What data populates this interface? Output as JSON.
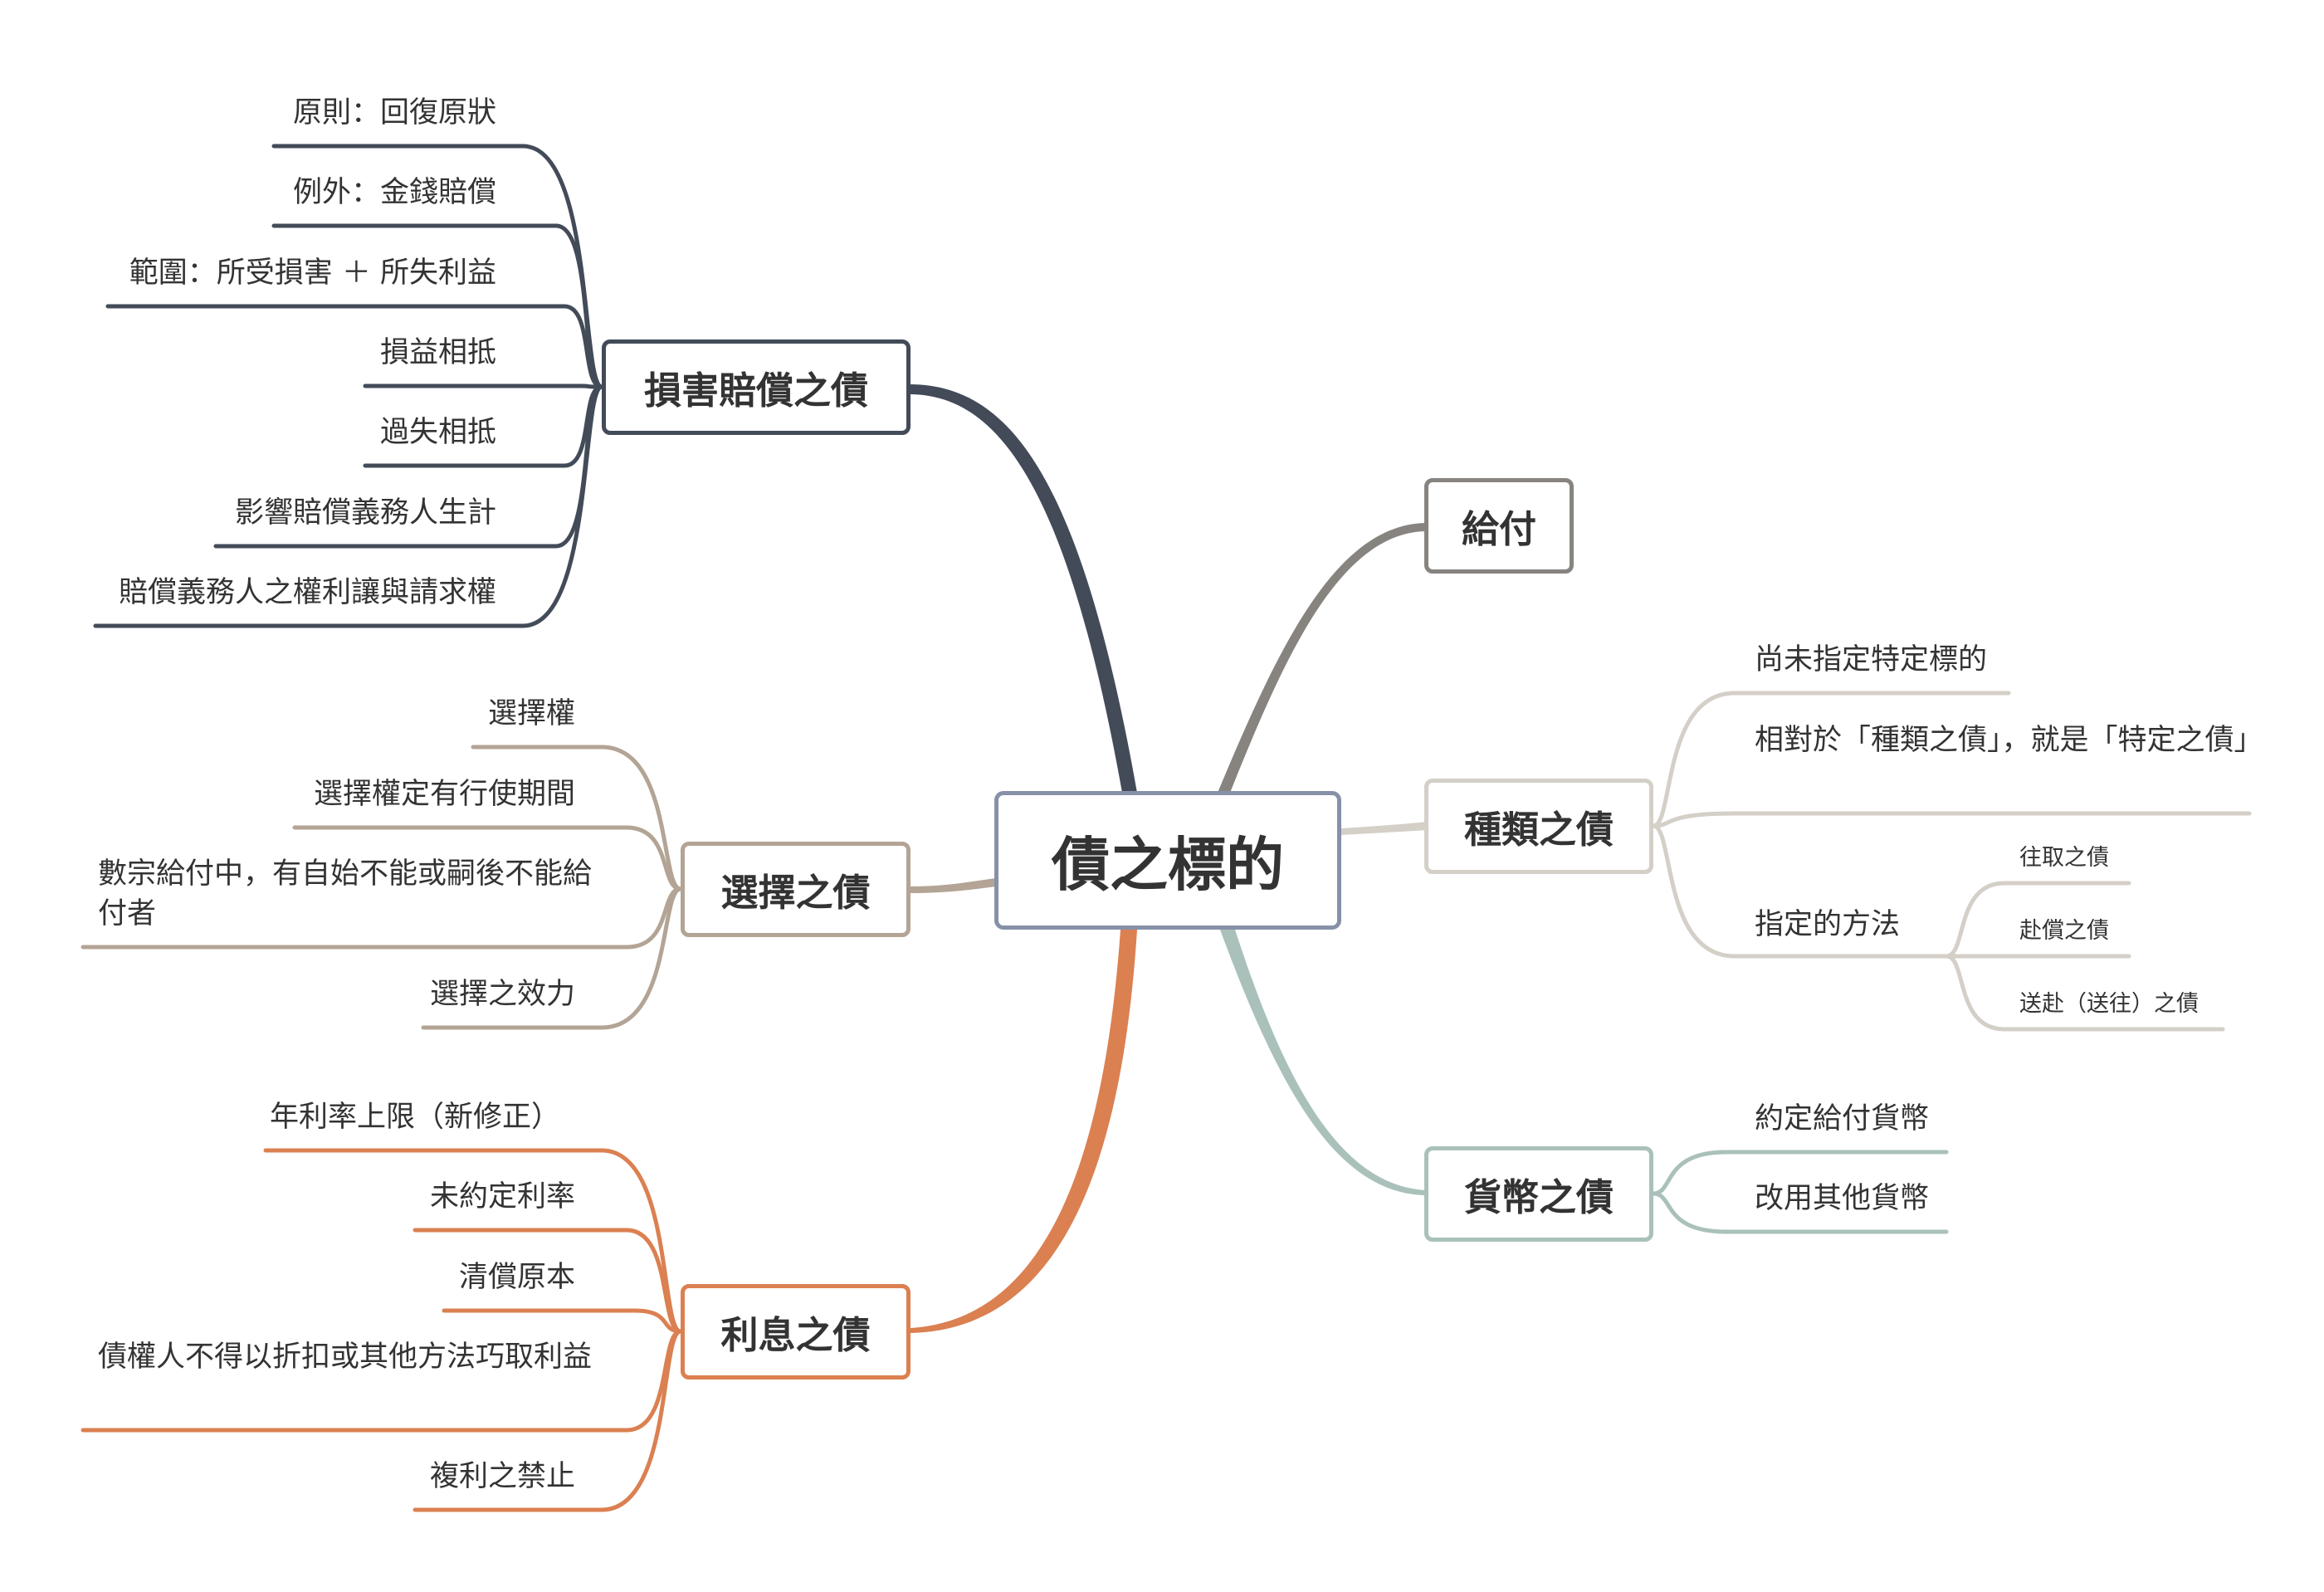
{
  "central": "債之標的",
  "colors": {
    "damages": "#434b59",
    "payment": "#878480",
    "kind": "#d4cfc7",
    "currency": "#a9c1ba",
    "choice": "#b3a495",
    "interest": "#db8051",
    "central_border": "#8691a8"
  },
  "branches": {
    "damages": {
      "label": "損害賠償之債",
      "items": [
        "原則：回復原狀",
        "例外：金錢賠償",
        "範圍：所受損害 ＋ 所失利益",
        "損益相抵",
        "過失相抵",
        "影響賠償義務人生計",
        "賠償義務人之權利讓與請求權"
      ]
    },
    "payment": {
      "label": "給付"
    },
    "kind": {
      "label": "種類之債",
      "items": [
        "尚未指定特定標的",
        "相對於「種類之債」，就是「特定之債」",
        "指定的方法"
      ],
      "methods": [
        "往取之債",
        "赴償之債",
        "送赴（送往）之債"
      ]
    },
    "currency": {
      "label": "貨幣之債",
      "items": [
        "約定給付貨幣",
        "改用其他貨幣"
      ]
    },
    "choice": {
      "label": "選擇之債",
      "items": [
        "選擇權",
        "選擇權定有行使期間",
        "數宗給付中，有自始不能或嗣後不能給付者",
        "選擇之效力"
      ]
    },
    "interest": {
      "label": "利息之債",
      "items": [
        "年利率上限（新修正）",
        "未約定利率",
        "清償原本",
        "債權人不得以折扣或其他方法巧取利益",
        "複利之禁止"
      ]
    }
  }
}
